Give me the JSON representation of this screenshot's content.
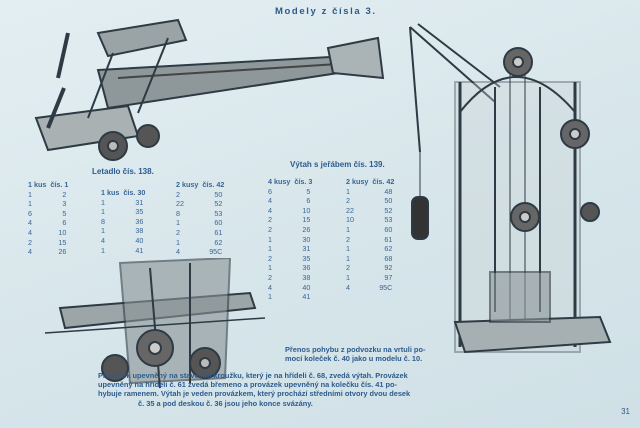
{
  "header": "Modely z čísla 3.",
  "page_number": "31",
  "models": {
    "letadlo": {
      "title": "Letadlo  čís. 138.",
      "col1": {
        "head": [
          "1 kus",
          "čís. 1"
        ],
        "rows": [
          [
            "1",
            "2"
          ],
          [
            "1",
            "3"
          ],
          [
            "6",
            "5"
          ],
          [
            "4",
            "6"
          ],
          [
            "4",
            "10"
          ],
          [
            "2",
            "15"
          ],
          [
            "4",
            "26"
          ]
        ]
      },
      "col2": {
        "head": [
          "1 kus",
          "čís. 30"
        ],
        "rows": [
          [
            "1",
            "31"
          ],
          [
            "1",
            "35"
          ],
          [
            "8",
            "36"
          ],
          [
            "1",
            "38"
          ],
          [
            "4",
            "40"
          ],
          [
            "1",
            "41"
          ]
        ]
      },
      "col3": {
        "head": [
          "2 kusy",
          "čís. 42"
        ],
        "rows": [
          [
            "2",
            "50"
          ],
          [
            "22",
            "52"
          ],
          [
            "8",
            "53"
          ],
          [
            "1",
            "60"
          ],
          [
            "2",
            "61"
          ],
          [
            "1",
            "62"
          ],
          [
            "4",
            "95C"
          ]
        ]
      }
    },
    "vytah": {
      "title": "Výtah s jeřábem  čís. 139.",
      "col1": {
        "head": [
          "4 kusy",
          "čís. 3"
        ],
        "rows": [
          [
            "6",
            "5"
          ],
          [
            "4",
            "6"
          ],
          [
            "4",
            "10"
          ],
          [
            "2",
            "15"
          ],
          [
            "2",
            "26"
          ],
          [
            "1",
            "30"
          ],
          [
            "1",
            "31"
          ],
          [
            "2",
            "35"
          ],
          [
            "1",
            "36"
          ],
          [
            "2",
            "38"
          ],
          [
            "4",
            "40"
          ],
          [
            "1",
            "41"
          ]
        ]
      },
      "col2": {
        "head": [
          "2 kusy",
          "čís. 42"
        ],
        "rows": [
          [
            "1",
            "48"
          ],
          [
            "2",
            "50"
          ],
          [
            "22",
            "52"
          ],
          [
            "10",
            "53"
          ],
          [
            "1",
            "60"
          ],
          [
            "2",
            "61"
          ],
          [
            "1",
            "62"
          ],
          [
            "1",
            "68"
          ],
          [
            "2",
            "92"
          ],
          [
            "1",
            "97"
          ],
          [
            "4",
            "95C"
          ]
        ]
      }
    }
  },
  "notes": {
    "transfer": [
      "Přenos pohybu z podvozku na vrtuli po-",
      "mocí koleček č. 40 jako u modelu č. 10."
    ],
    "description": [
      "Provázek upevněný na stavěcím kroužku, který je na hřídeli č. 68, zvedá výtah. Provázek",
      "upevněný na hřídeli č. 61 zvedá břemeno a provázek upevněný na kolečku čís. 41 po-",
      "hybuje ramenem. Výtah je veden provázkem, který prochází středními otvory dvou desek",
      "č. 35 a pod deskou č. 36 jsou jeho konce svázány."
    ]
  },
  "illustrations": [
    "airplane-model",
    "undercarriage-model",
    "elevator-crane-model"
  ]
}
